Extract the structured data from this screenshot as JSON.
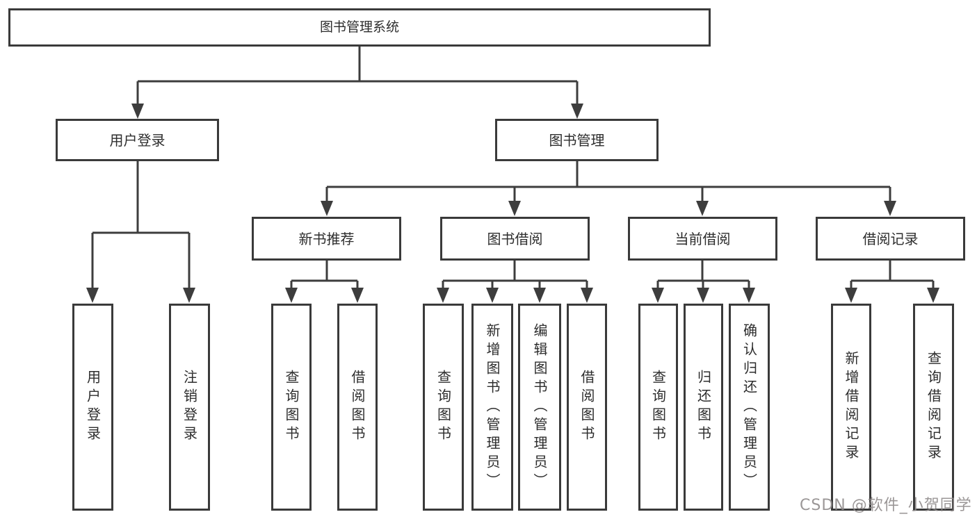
{
  "colors": {
    "background": "#ffffff",
    "line": "#3d3d3d",
    "box_border": "#3a3a3a",
    "text": "#2d2d2d",
    "watermark": "#8d8989"
  },
  "tree": {
    "root": {
      "label": "图书管理系统"
    },
    "children": [
      {
        "label": "用户登录",
        "children": [
          {
            "label": "用户登录"
          },
          {
            "label": "注销登录"
          }
        ]
      },
      {
        "label": "图书管理",
        "children": [
          {
            "label": "新书推荐",
            "children": [
              {
                "label": "查询图书"
              },
              {
                "label": "借阅图书"
              }
            ]
          },
          {
            "label": "图书借阅",
            "children": [
              {
                "label": "查询图书"
              },
              {
                "label": "新增图书（管理员）"
              },
              {
                "label": "编辑图书（管理员）"
              },
              {
                "label": "借阅图书"
              }
            ]
          },
          {
            "label": "当前借阅",
            "children": [
              {
                "label": "查询图书"
              },
              {
                "label": "归还图书"
              },
              {
                "label": "确认归还（管理员）"
              }
            ]
          },
          {
            "label": "借阅记录",
            "children": [
              {
                "label": "新增借阅记录"
              },
              {
                "label": "查询借阅记录"
              }
            ]
          }
        ]
      }
    ]
  },
  "watermark": {
    "text": "CSDN @软件_小贺同学"
  }
}
